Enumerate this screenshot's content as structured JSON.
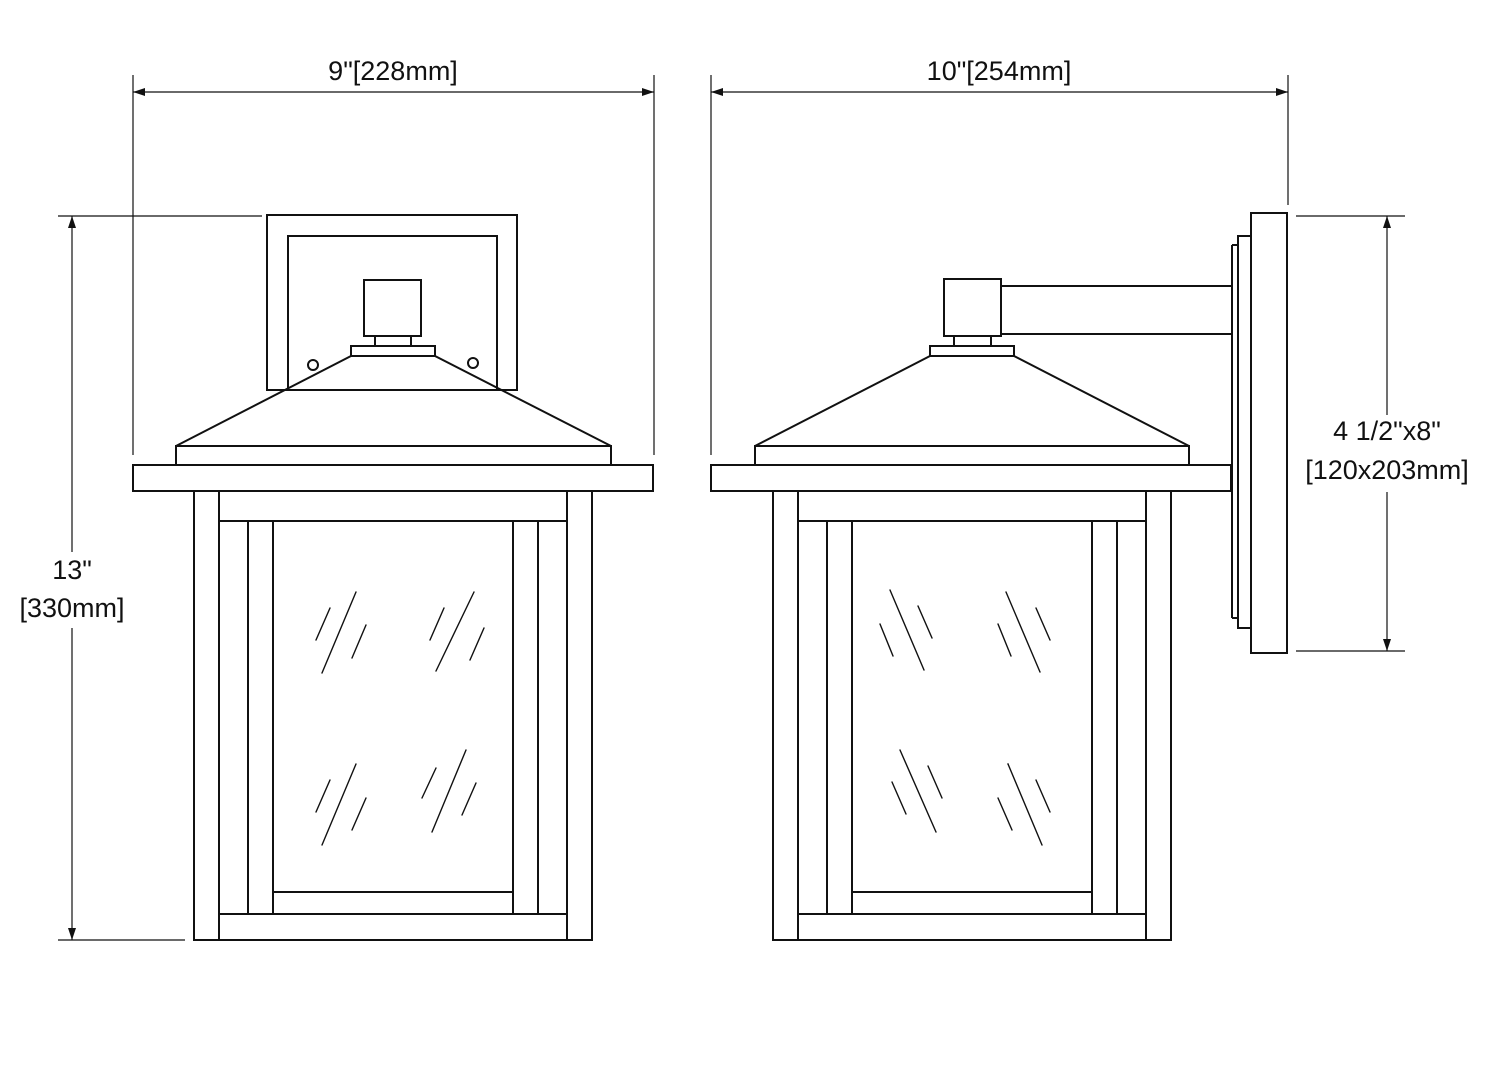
{
  "front_view": {
    "width_label": "9\"[228mm]",
    "height_label_line1": "13\"",
    "height_label_line2": "[330mm]"
  },
  "side_view": {
    "depth_label": "10\"[254mm]",
    "backplate_label_line1": "4 1/2\"x8\"",
    "backplate_label_line2": "[120x203mm]"
  },
  "colors": {
    "line": "#111111",
    "background": "#ffffff"
  }
}
